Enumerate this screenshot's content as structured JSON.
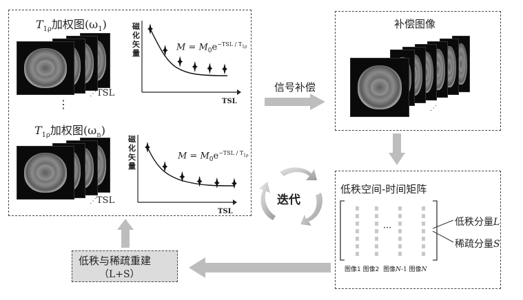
{
  "weighted_top": {
    "prefix": "T",
    "sub": "1ρ",
    "cn": "加权图",
    "omega": "(ω",
    "omega_sub": "1",
    "close": ")"
  },
  "weighted_bottom": {
    "prefix": "T",
    "sub": "1ρ",
    "cn": "加权图",
    "omega": "(ω",
    "omega_sub": "n",
    "close": ")"
  },
  "tsl_label": "TSL",
  "vdots": "⋮",
  "axis_y_label": "磁化矢量",
  "axis_x_label": "TSL",
  "formula": {
    "lhs": "M = M",
    "lhs_sub": "0",
    "base": "e",
    "exp": "−TSL / T",
    "exp_sub": "1ρ"
  },
  "compensated_title": "补偿图像",
  "signal_comp_label": "信号补偿",
  "iterate_label": "迭代",
  "lowrank_title": "低秩空间-时间矩阵",
  "matrix_dots": "···",
  "lowrank_comp": {
    "text": "低秩分量",
    "var": "L"
  },
  "sparse_comp": {
    "text": "稀疏分量",
    "var": "S"
  },
  "column_labels": [
    "图像1",
    "图像2",
    "图像",
    "N",
    "-1",
    "图像",
    "N"
  ],
  "recon": {
    "line1": "低秩与稀疏重建",
    "line2": "（L+S）"
  },
  "chart_data": {
    "type": "scatter",
    "xlabel": "TSL",
    "ylabel": "磁化矢量",
    "series": [
      {
        "values": [
          1.0,
          0.62,
          0.42,
          0.33,
          0.3,
          0.29
        ]
      }
    ],
    "curve": "exponential decay"
  }
}
